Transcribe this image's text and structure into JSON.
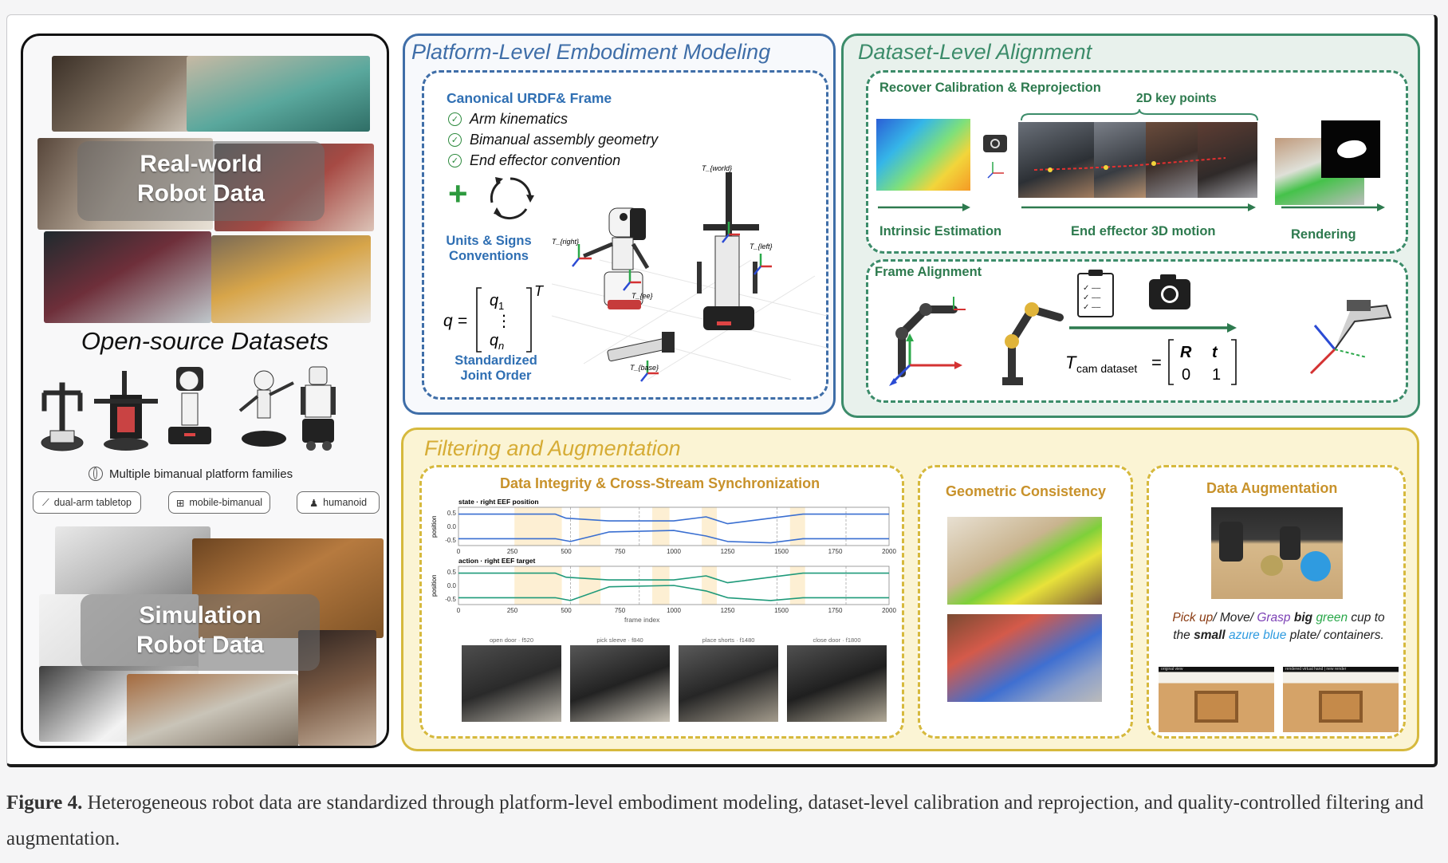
{
  "left": {
    "real_world_line1": "Real-world",
    "real_world_line2": "Robot Data",
    "open_source_title": "Open-source Datasets",
    "families_label": "Multiple bimanual platform families",
    "chips": [
      "dual-arm tabletop",
      "mobile-bimanual",
      "humanoid"
    ],
    "simulation_line1": "Simulation",
    "simulation_line2": "Robot Data"
  },
  "embodiment": {
    "title": "Platform-Level Embodiment Modeling",
    "canonical_title": "Canonical URDF& Frame",
    "checks": [
      "Arm kinematics",
      "Bimanual assembly geometry",
      "End effector convention"
    ],
    "units_line1": "Units & Signs",
    "units_line2": "Conventions",
    "joint_line1": "Standardized",
    "joint_line2": "Joint Order",
    "frame_labels": [
      "T_{right}",
      "T_{left}",
      "T_{ee}",
      "T_{world}",
      "T_{base}"
    ]
  },
  "alignment": {
    "title": "Dataset-Level Alignment",
    "recover_title": "Recover Calibration & Reprojection",
    "keypoints_label": "2D key points",
    "intrinsic_label": "Intrinsic Estimation",
    "eef_motion_label": "End effector 3D motion",
    "rendering_label": "Rendering",
    "frame_alignment_title": "Frame Alignment"
  },
  "filter": {
    "title": "Filtering and Augmentation",
    "integrity_title": "Data Integrity & Cross-Stream Synchronization",
    "plot1_title": "state · right EEF position",
    "plot2_title": "action · right EEF target",
    "ylabel": "position",
    "xlabel": "frame index",
    "x_ticks": [
      "0",
      "250",
      "500",
      "750",
      "1000",
      "1250",
      "1500",
      "1750",
      "2000"
    ],
    "y_ticks": [
      "0.5",
      "0.0",
      "-0.5"
    ],
    "frame_captions": [
      "open door · f520",
      "pick sleeve · f840",
      "place shorts · f1480",
      "close door · f1800"
    ],
    "geometric_title": "Geometric Consistency",
    "augmentation_title": "Data Augmentation",
    "aug_words": {
      "pick_up": "Pick up",
      "slash1": "/ Move/ ",
      "grasp": "Grasp",
      "big": "big",
      "green": "green",
      "cup_to": "cup to",
      "the": "the",
      "small": "small",
      "azure": "azure blue",
      "plate": "plate/ containers."
    },
    "aug_frame_captions": [
      "original view",
      "rendered virtual hand | new render"
    ]
  },
  "caption": {
    "label": "Figure 4.",
    "text": "Heterogeneous robot data are standardized through platform-level embodiment modeling, dataset-level calibration and reprojection, and quality-controlled filtering and augmentation."
  },
  "colors": {
    "embodiment_blue": "#3f6ea8",
    "alignment_green": "#3c8c6a",
    "filter_gold": "#d6b93d",
    "series_blue": "#3a6fd1",
    "series_teal": "#1f9a7a"
  },
  "chart_data": [
    {
      "type": "line",
      "title": "state · right EEF position",
      "xlabel": "",
      "ylabel": "position",
      "xlim": [
        0,
        2000
      ],
      "ylim": [
        -0.7,
        0.7
      ],
      "series": [
        {
          "x": [
            0,
            450,
            500,
            700,
            1000,
            1150,
            1250,
            1450,
            1600,
            2000
          ],
          "values": [
            0.45,
            0.45,
            0.3,
            0.2,
            0.2,
            0.35,
            0.1,
            0.3,
            0.45,
            0.45
          ]
        },
        {
          "x": [
            0,
            450,
            520,
            700,
            1000,
            1150,
            1250,
            1450,
            1600,
            2000
          ],
          "values": [
            -0.45,
            -0.45,
            -0.55,
            -0.2,
            -0.15,
            -0.35,
            -0.55,
            -0.6,
            -0.45,
            -0.45
          ]
        }
      ]
    },
    {
      "type": "line",
      "title": "action · right EEF target",
      "xlabel": "frame index",
      "ylabel": "position",
      "xlim": [
        0,
        2000
      ],
      "ylim": [
        -0.7,
        0.7
      ],
      "series": [
        {
          "x": [
            0,
            450,
            500,
            700,
            1000,
            1150,
            1250,
            1450,
            1600,
            2000
          ],
          "values": [
            0.45,
            0.45,
            0.3,
            0.2,
            0.2,
            0.35,
            0.1,
            0.3,
            0.45,
            0.45
          ]
        },
        {
          "x": [
            0,
            450,
            520,
            700,
            1000,
            1150,
            1250,
            1450,
            1600,
            2000
          ],
          "values": [
            -0.45,
            -0.45,
            -0.55,
            -0.05,
            0.0,
            -0.2,
            -0.45,
            -0.55,
            -0.45,
            -0.45
          ]
        }
      ]
    }
  ]
}
